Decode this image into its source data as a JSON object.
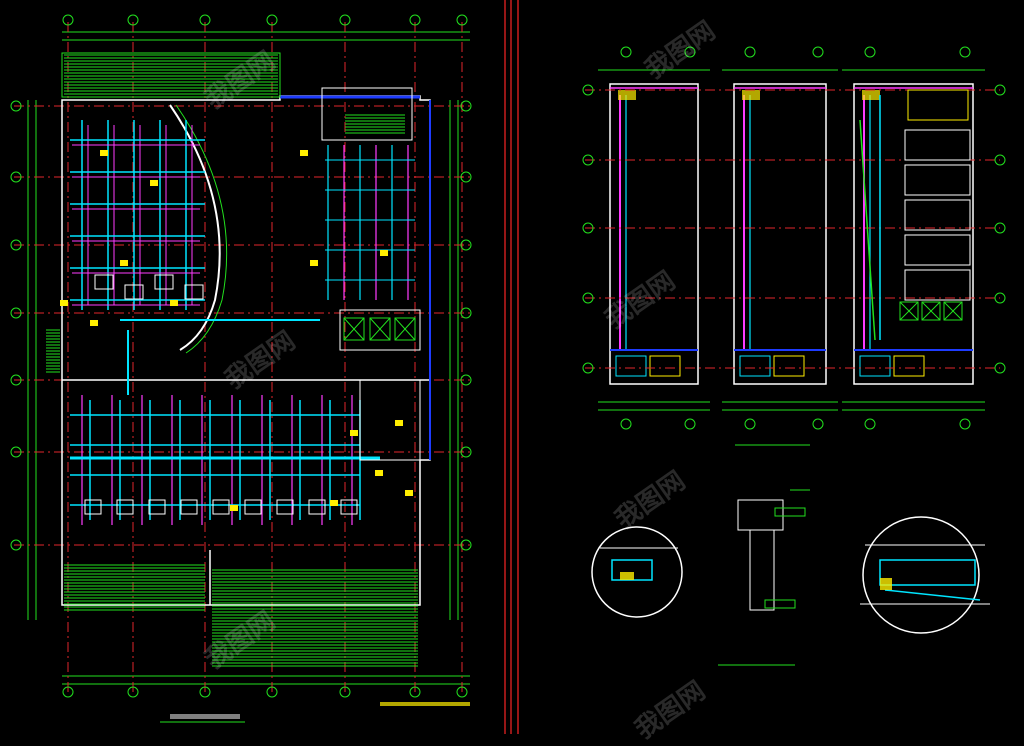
{
  "colors": {
    "background": "#000000",
    "axis_line": "#e0262b",
    "grid_green": "#22e01e",
    "wall_white": "#ffffff",
    "pipe_cyan": "#00e5ff",
    "pipe_magenta": "#ff3cff",
    "fixture_yellow": "#ffee00",
    "blue_line": "#1e3cff",
    "sheet_divider": "#c81e1e"
  },
  "watermark": {
    "text": "我图网"
  },
  "icons": {
    "axis_bubble": "circle-axis-marker",
    "detail_callout": "circle-detail-callout"
  }
}
